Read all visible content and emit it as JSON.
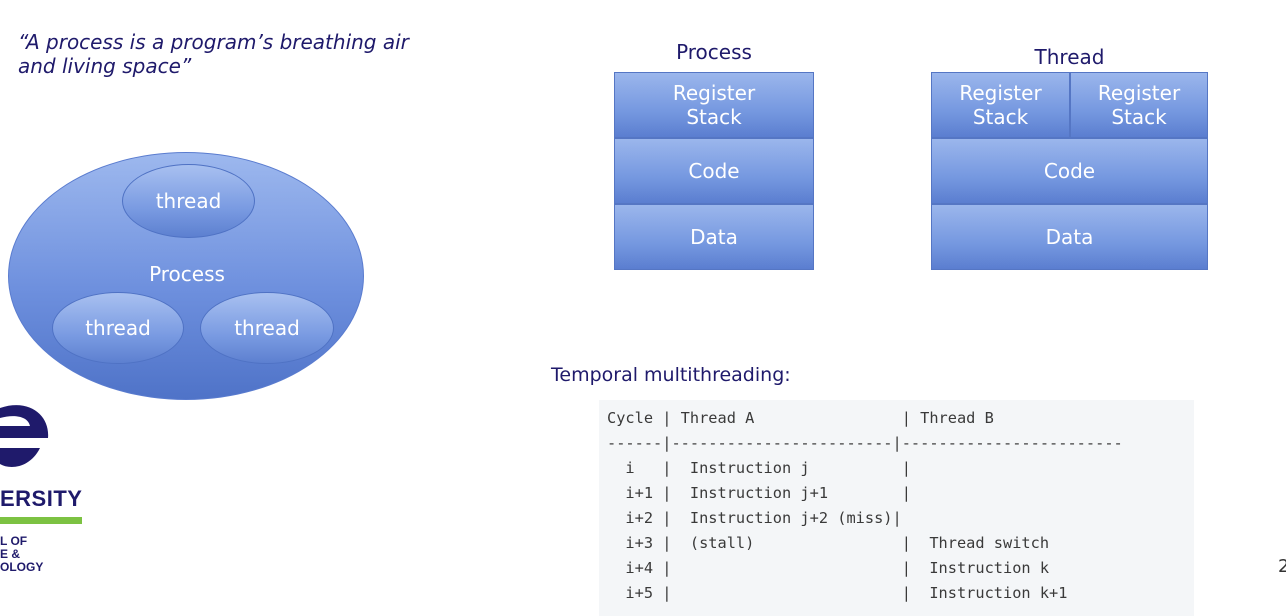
{
  "quote": "“A process is a program’s breathing air and living space”",
  "ellipse_diagram": {
    "outer_label": "Process",
    "threads": [
      "thread",
      "thread",
      "thread"
    ]
  },
  "logo": {
    "line1": "ERSITY",
    "line2": "L OF",
    "line3": "E &",
    "line4": "OLOGY",
    "colors": {
      "navy": "#1f1a6b",
      "green": "#7cc242"
    }
  },
  "process_block": {
    "title": "Process",
    "register": "Register\nStack",
    "code": "Code",
    "data": "Data"
  },
  "thread_block": {
    "title": "Thread",
    "register_left": "Register\nStack",
    "register_right": "Register\nStack",
    "code": "Code",
    "data": "Data"
  },
  "temporal": {
    "title": "Temporal multithreading:",
    "lines": [
      "Cycle | Thread A                | Thread B",
      "------|------------------------|------------------------",
      "  i   |  Instruction j          |",
      "  i+1 |  Instruction j+1        |",
      "  i+2 |  Instruction j+2 (miss)|",
      "  i+3 |  (stall)                |  Thread switch",
      "  i+4 |                         |  Instruction k",
      "  i+5 |                         |  Instruction k+1"
    ]
  },
  "page_number": "2",
  "colors": {
    "accent": "#1f1a6b",
    "block_fill": "#7598e0"
  }
}
